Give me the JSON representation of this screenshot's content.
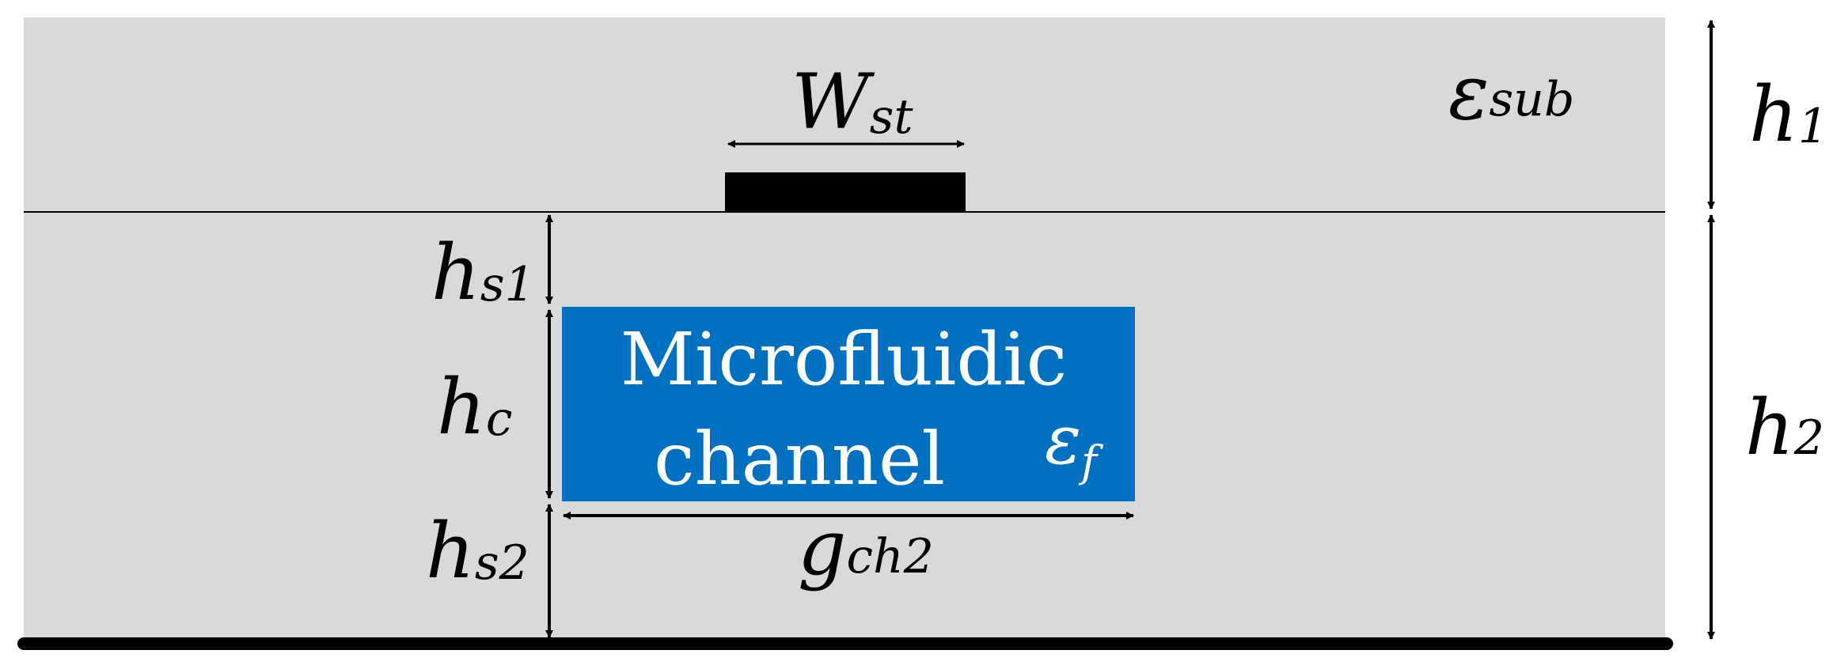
{
  "colors": {
    "substrate": "#d9d9d9",
    "channel": "#0070c0",
    "conductor": "#000000",
    "channel_text": "#ffffff"
  },
  "labels": {
    "strip_width": {
      "base": "W",
      "sub": "st"
    },
    "eps_sub": {
      "base": "ε",
      "sub": "sub"
    },
    "h1": {
      "base": "h",
      "sub": "1"
    },
    "h2": {
      "base": "h",
      "sub": "2"
    },
    "hs1": {
      "base": "h",
      "sub": "s1"
    },
    "hc": {
      "base": "h",
      "sub": "c"
    },
    "hs2": {
      "base": "h",
      "sub": "s2"
    },
    "gch2": {
      "base": "g",
      "sub": "ch2"
    },
    "eps_f": {
      "base": "ε",
      "sub": "f"
    }
  },
  "channel": {
    "line1": "Microfluidic",
    "line2": "channel"
  }
}
